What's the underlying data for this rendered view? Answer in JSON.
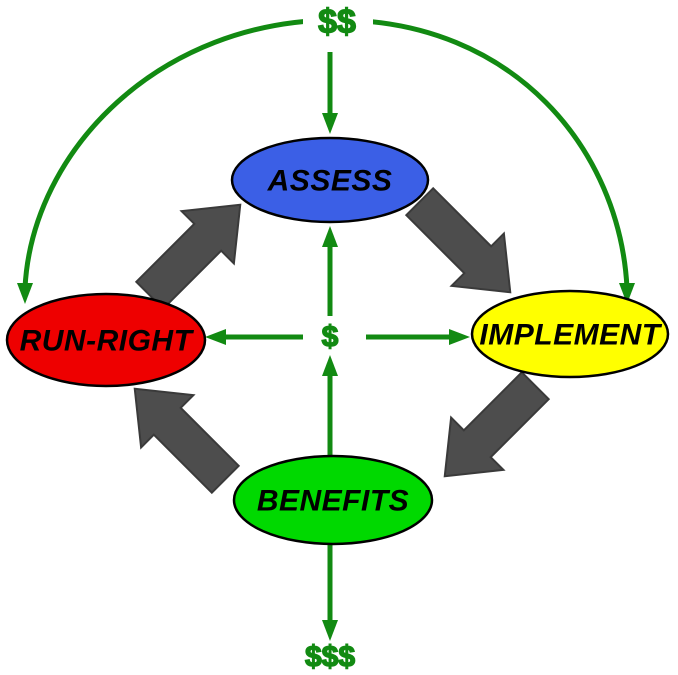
{
  "diagram": {
    "title": "Assess-Implement-Benefits-Run-Right funding cycle",
    "top_label": "$$",
    "center_label": "$",
    "bottom_label": "$$$"
  },
  "nodes": {
    "assess": {
      "label": "ASSESS",
      "fill": "#3B5FE6"
    },
    "implement": {
      "label": "IMPLEMENT",
      "fill": "#FFFF00"
    },
    "benefits": {
      "label": "BENEFITS",
      "fill": "#00D900"
    },
    "run_right": {
      "label": "RUN-RIGHT",
      "fill": "#EE0000"
    }
  },
  "edges": {
    "cycle_sequence": [
      "RUN-RIGHT",
      "ASSESS",
      "IMPLEMENT",
      "BENEFITS"
    ],
    "funding_in": [
      "$$ to ASSESS",
      "$$ to RUN-RIGHT",
      "$$ to IMPLEMENT"
    ],
    "center_flows": [
      "$ to ASSESS",
      "$ to RUN-RIGHT",
      "$ to IMPLEMENT",
      "BENEFITS to $"
    ],
    "output": "BENEFITS to $$$"
  },
  "colors": {
    "connector_green": "#128A12",
    "cycle_arrow_gray": "#4D4D4D",
    "cycle_arrow_outline": "#3A3A3A",
    "node_border": "#000000",
    "label_text": "#000000",
    "background": "#FFFFFF"
  }
}
